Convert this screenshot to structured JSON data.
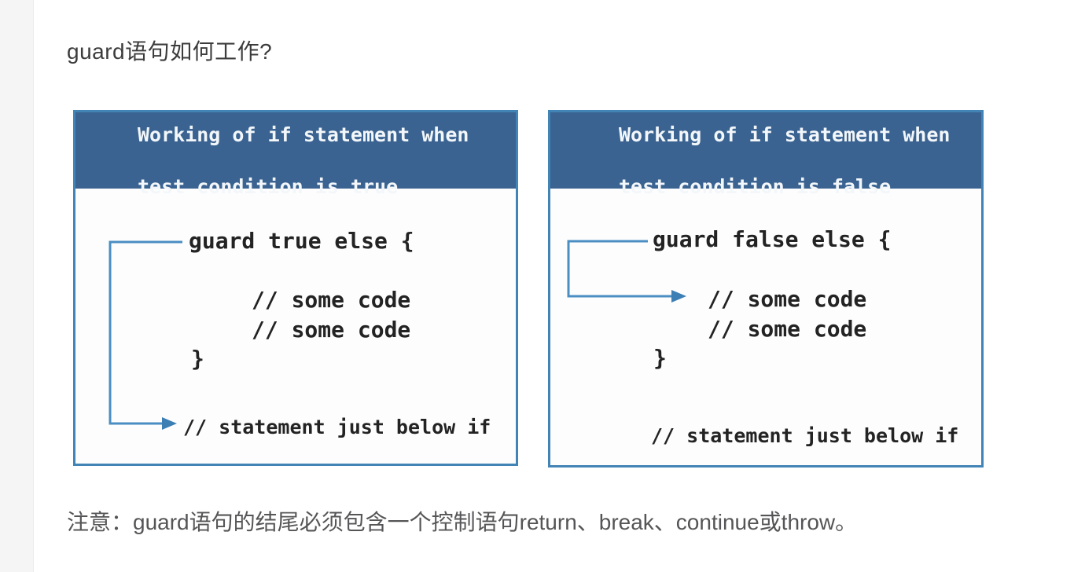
{
  "page": {
    "question_title": "guard语句如何工作?",
    "note": "注意：guard语句的结尾必须包含一个控制语句return、break、continue或throw。"
  },
  "colors": {
    "diagram_header_bg": "#3a6391",
    "diagram_border": "#4184b5",
    "arrow_blue": "#4a8ec3",
    "code_text": "#232323",
    "note_text": "#555557",
    "side_strip_bg": "#f5f5f6"
  },
  "diagrams": [
    {
      "header_line1": "Working of if statement when",
      "header_line2": "test condition is true",
      "guard_line": "guard true else {",
      "code_lines": [
        "// some code",
        "// some code"
      ],
      "closing_brace": "}",
      "statement_line": "// statement just below if"
    },
    {
      "header_line1": "Working of if statement when",
      "header_line2": "test condition is false",
      "guard_line": "guard false else {",
      "code_lines": [
        "// some code",
        "// some code"
      ],
      "closing_brace": "}",
      "statement_line": "// statement just below if"
    }
  ]
}
